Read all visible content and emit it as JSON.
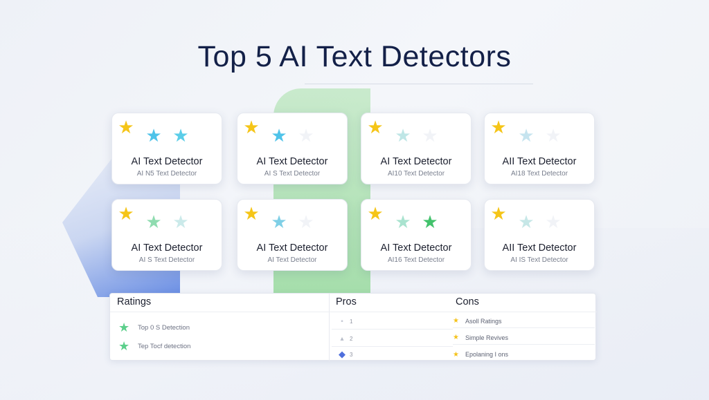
{
  "title": "Top 5 AI Text Detectors",
  "cards": [
    {
      "title": "AI Text Detector",
      "subtitle": "AI N5 Text Detector",
      "stars": [
        {
          "glyph": "★",
          "color": "#f5c518"
        },
        {
          "glyph": "★",
          "color": "#4fc3e9"
        },
        {
          "glyph": "★",
          "color": "#5bcde8"
        }
      ]
    },
    {
      "title": "AI Text Detector",
      "subtitle": "AI S Text Detector",
      "stars": [
        {
          "glyph": "★",
          "color": "#f5c518"
        },
        {
          "glyph": "★",
          "color": "#4fc3e9"
        },
        {
          "glyph": "★",
          "color": "#f1f3f7"
        }
      ]
    },
    {
      "title": "AI Text Detector",
      "subtitle": "AI10 Text Detector",
      "stars": [
        {
          "glyph": "★",
          "color": "#f5c518"
        },
        {
          "glyph": "★",
          "color": "#bfe6e6"
        },
        {
          "glyph": "★",
          "color": "#f1f3f7"
        }
      ]
    },
    {
      "title": "AII Text Detector",
      "subtitle": "AI18 Text Detector",
      "stars": [
        {
          "glyph": "★",
          "color": "#f5c518"
        },
        {
          "glyph": "★",
          "color": "#c6e4ef"
        },
        {
          "glyph": "★",
          "color": "#f1f3f7"
        }
      ]
    },
    {
      "title": "AI Text Detector",
      "subtitle": "AI S Text Detector",
      "stars": [
        {
          "glyph": "★",
          "color": "#f5c518"
        },
        {
          "glyph": "★",
          "color": "#8fdcb0"
        },
        {
          "glyph": "★",
          "color": "#cbeaea"
        }
      ]
    },
    {
      "title": "AI Text Detector",
      "subtitle": "AI Text Detector",
      "stars": [
        {
          "glyph": "★",
          "color": "#f5c518"
        },
        {
          "glyph": "★",
          "color": "#7fcfe6"
        },
        {
          "glyph": "★",
          "color": "#f1f3f7"
        }
      ]
    },
    {
      "title": "AI Text Detector",
      "subtitle": "AI16 Text Detector",
      "stars": [
        {
          "glyph": "★",
          "color": "#f5c518"
        },
        {
          "glyph": "★",
          "color": "#a9e3cf"
        },
        {
          "glyph": "★",
          "color": "#43c26c"
        }
      ]
    },
    {
      "title": "AII Text Detector",
      "subtitle": "AI IS Text Detector",
      "stars": [
        {
          "glyph": "★",
          "color": "#f5c518"
        },
        {
          "glyph": "★",
          "color": "#c6e7e7"
        },
        {
          "glyph": "★",
          "color": "#f1f3f7"
        }
      ]
    }
  ],
  "table": {
    "headers": {
      "ratings": "Ratings",
      "pros": "Pros",
      "cons": "Cons"
    },
    "ratings": [
      {
        "text": "Top 0 S Detection",
        "color": "#5ccf8b"
      },
      {
        "text": "Tep Tocf detection",
        "color": "#5ccf8b"
      }
    ],
    "pros": [
      {
        "text": "1",
        "icon": "▪",
        "color": "#c7cbd6"
      },
      {
        "text": "2",
        "icon": "▴",
        "color": "#b8bdc9"
      },
      {
        "text": "3",
        "icon": "◆",
        "color": "#4f6fdc"
      }
    ],
    "cons": [
      {
        "text": "Asoll Ratings",
        "color": "#f4c21a"
      },
      {
        "text": "Simple Revives",
        "color": "#f4c21a"
      },
      {
        "text": "Epolaning I ons",
        "color": "#f4c21a"
      }
    ]
  }
}
